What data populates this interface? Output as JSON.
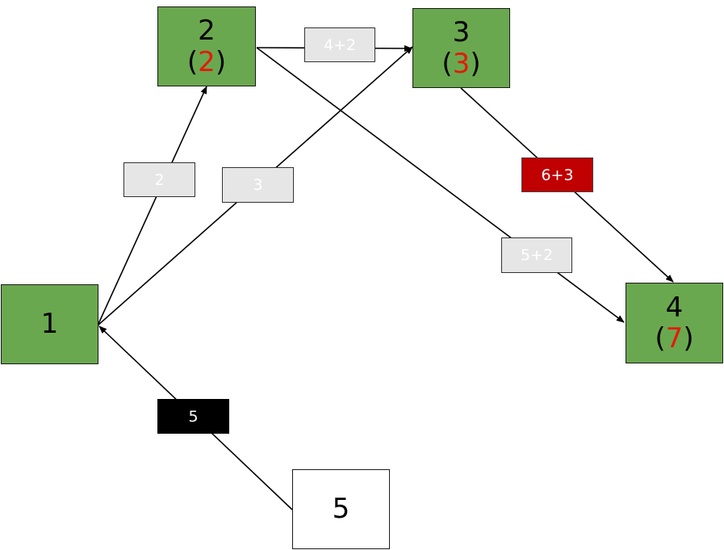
{
  "colors": {
    "node_visited": "#6aa84f",
    "node_source": "#ffffff",
    "distance_text": "#e31b0c",
    "label_default": "#e6e6e6",
    "label_highlight": "#c00000",
    "label_source": "#000000"
  },
  "nodes": [
    {
      "key": "n2",
      "id": "2",
      "open": "(",
      "distance": "2",
      "close": ")"
    },
    {
      "key": "n3",
      "id": "3",
      "open": "(",
      "distance": "3",
      "close": ")"
    },
    {
      "key": "n1",
      "id": "1"
    },
    {
      "key": "n4",
      "id": "4",
      "open": "(",
      "distance": "7",
      "close": ")"
    },
    {
      "key": "n5",
      "id": "5"
    }
  ],
  "edges": [
    {
      "from": "1",
      "to": "2",
      "label": "2"
    },
    {
      "from": "1",
      "to": "3",
      "label": "3"
    },
    {
      "from": "2",
      "to": "3",
      "label": "4+2"
    },
    {
      "from": "2",
      "to": "4",
      "label": "5+2"
    },
    {
      "from": "3",
      "to": "4",
      "label": "6+3"
    },
    {
      "from": "5",
      "to": "1",
      "label": "5"
    }
  ]
}
